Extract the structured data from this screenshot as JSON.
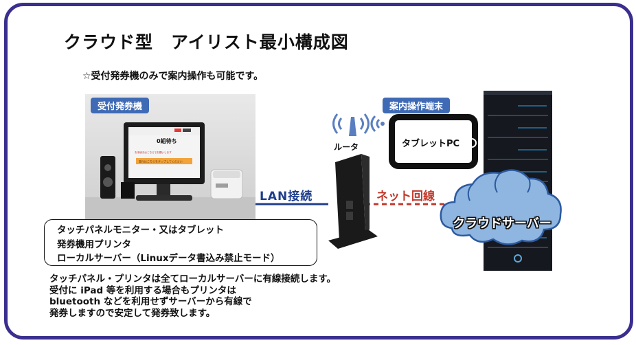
{
  "title": "クラウド型　アイリスト最小構成図",
  "subtitle": "☆受付発券機のみで案内操作も可能です。",
  "kiosk": {
    "label": "受付発券機",
    "screen_heading": "0組待ち",
    "screen_body": "お手続きはこちらでお願いします",
    "screen_button": "受付はこちらをタップしてください"
  },
  "terminal": {
    "label": "案内操作端末",
    "tablet_text": "タブレットPC"
  },
  "router": {
    "label": "ルータ"
  },
  "connections": {
    "lan": "LAN接続",
    "net": "ネット回線"
  },
  "cloud": {
    "label": "クラウドサーバー"
  },
  "device_list": [
    "タッチパネルモニター・又はタブレット",
    "発券機用プリンタ",
    "ローカルサーバー（Linuxデータ書込み禁止モード）"
  ],
  "notes": [
    "タッチパネル・プリンタは全てローカルサーバーに有線接続します。",
    "受付に iPad 等を利用する場合もプリンタは",
    "bluetooth などを利用せずサーバーから有線で",
    "発券しますので安定して発券致します。"
  ],
  "colors": {
    "frame": "#3a2f8f",
    "label_bg": "#3f6ab5",
    "lan_line": "#1f3e8c",
    "net_line": "#c0392b",
    "cloud": "#8fb6e0",
    "server": "#15181f",
    "wifi": "#5a7fc0"
  }
}
